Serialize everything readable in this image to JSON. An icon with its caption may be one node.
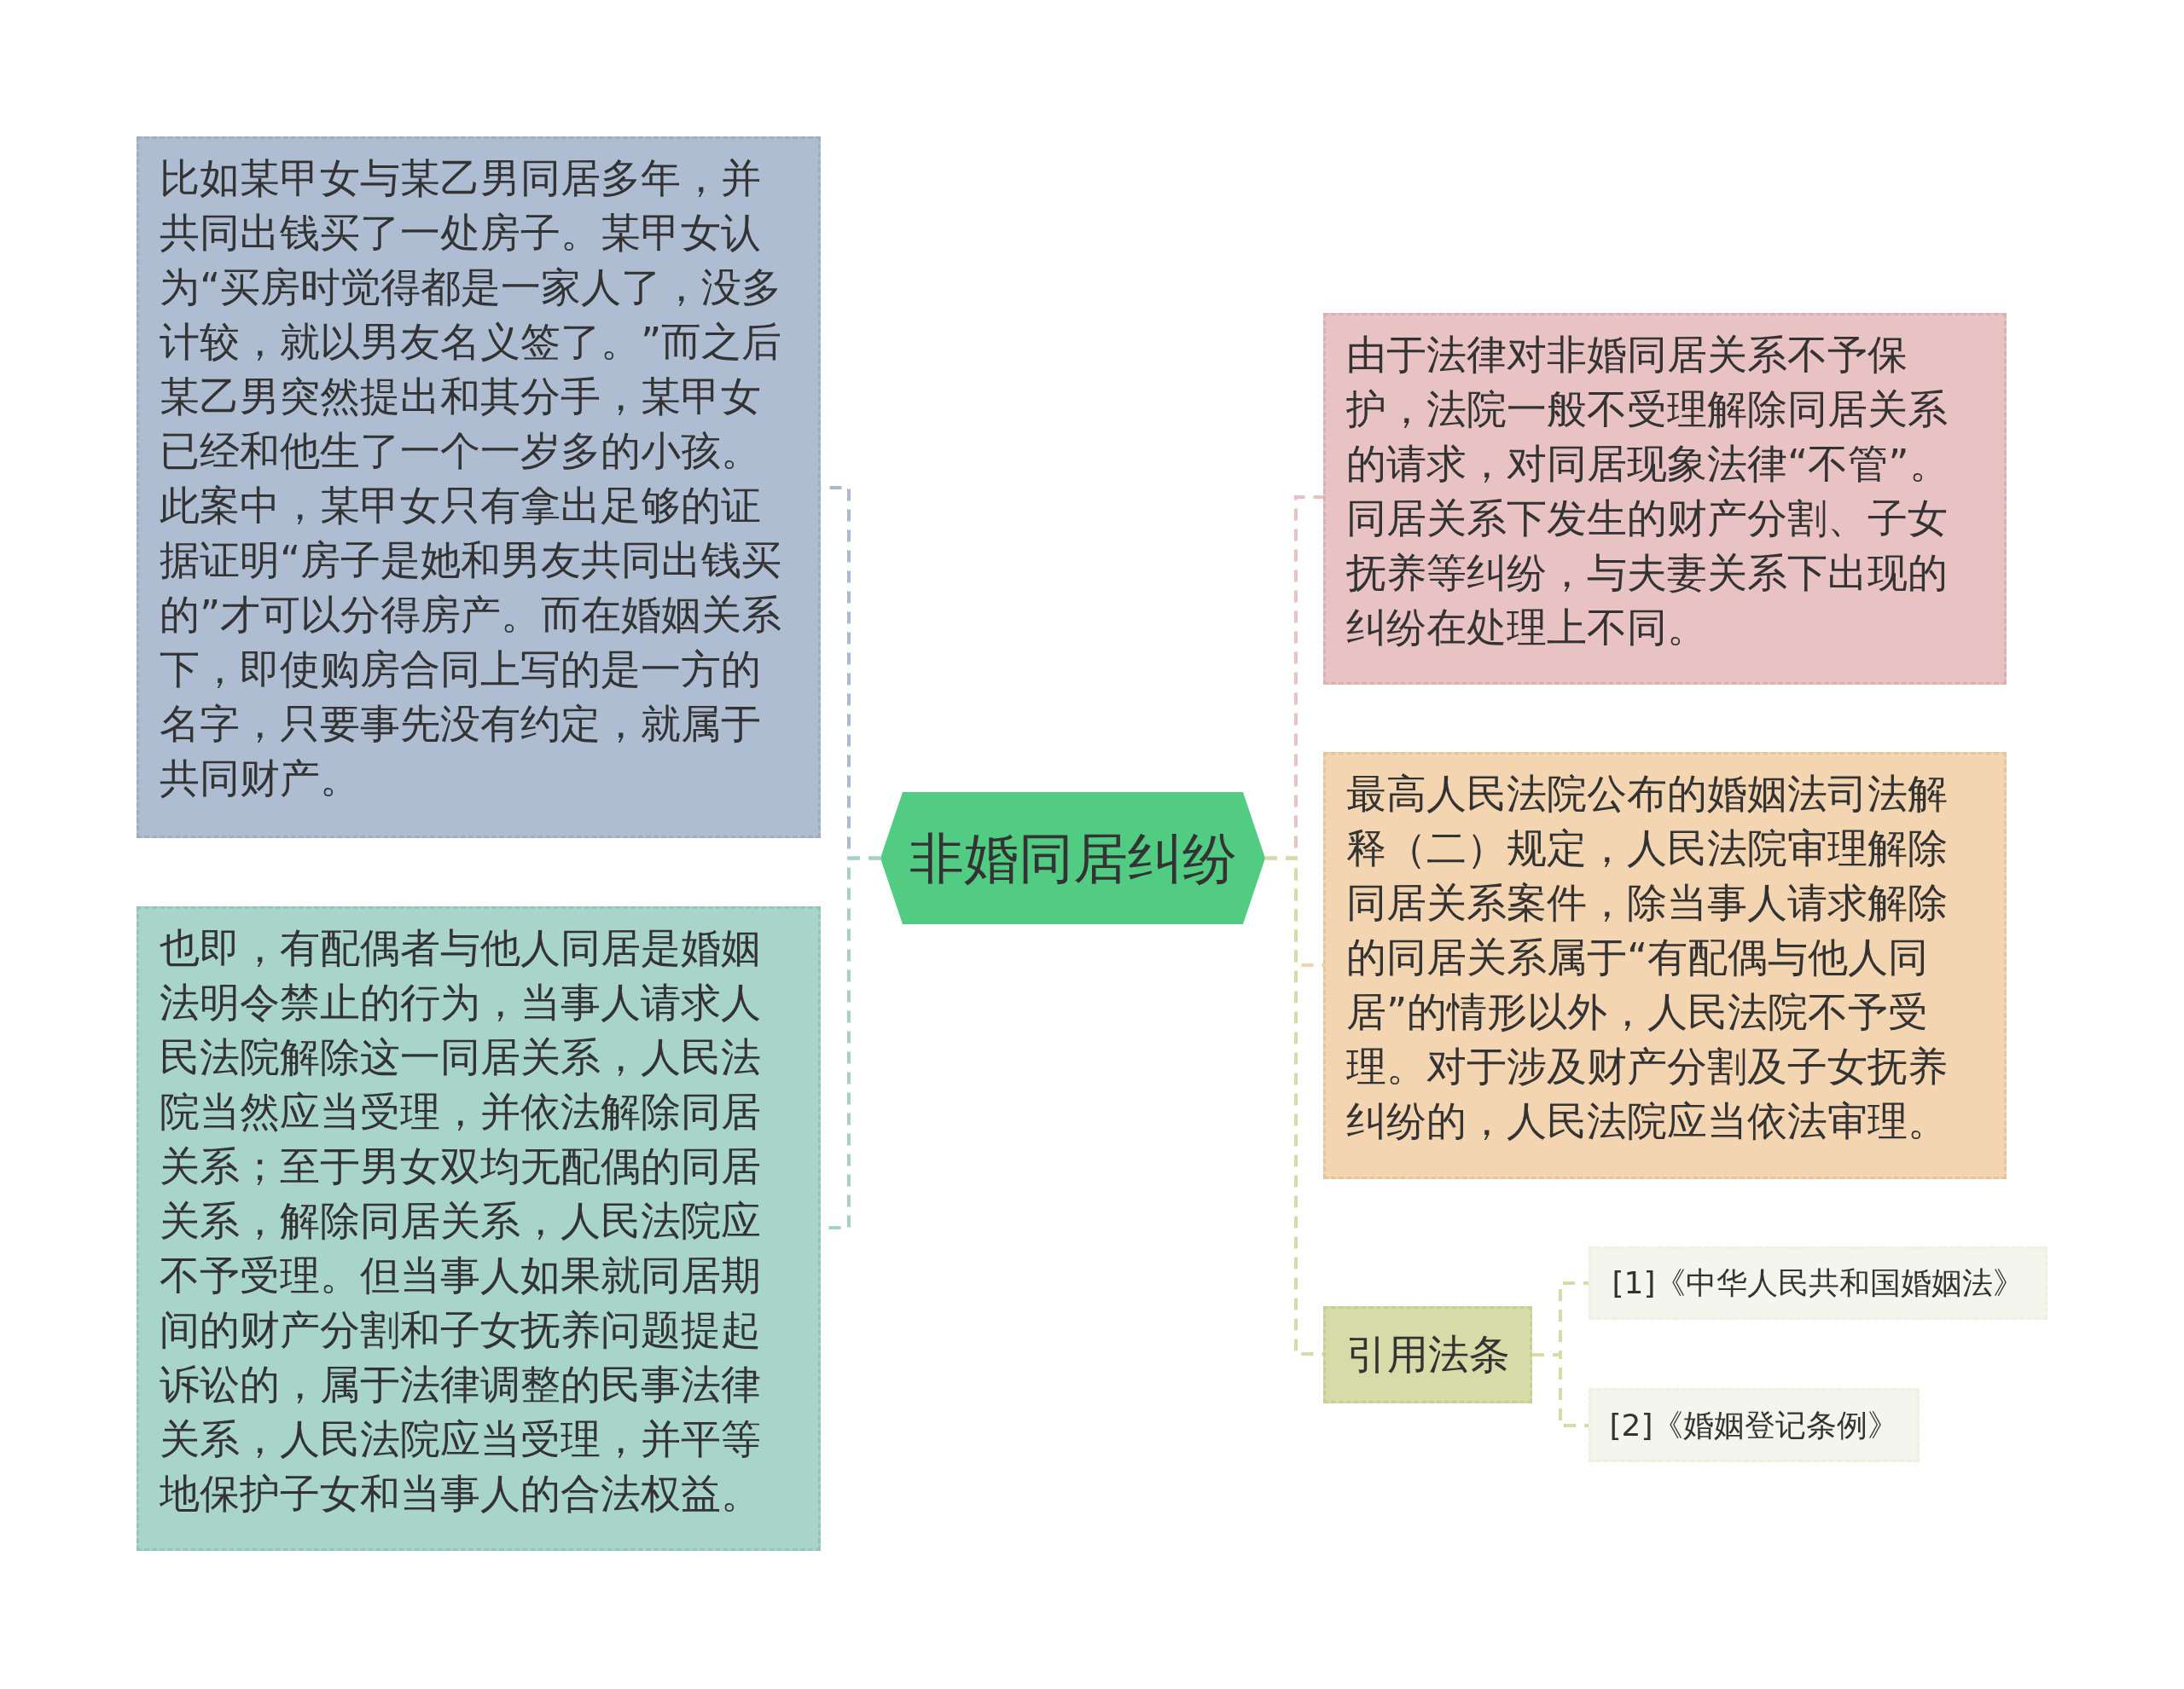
{
  "diagram": {
    "nodes": [
      {
        "text": [
          "非婚同居纠纷"
        ]
      },
      {
        "text": [
          "比如某甲女与某乙男同居多年，并共同出钱买了一处房子。某甲女认为“买房时觉得都是一家人了，没多计较，就以男友名义签了。”而之后某乙男突然提出和其分手，某甲女已经和他生了一个一岁多的小孩。此案中，某甲女只有拿出足够的证据证明“房子是她和男友共同出钱买的”才可以分得房产。而在婚姻关系下，即使购房合同上写的是一方的名字，只要事先没有约定，就属于共同财产。"
        ]
      },
      {
        "text": [
          "也即，有配偶者与他人同居是婚姻法明令禁止的行为，当事人请求人民法院解除这一同居关系，人民法院当然应当受理，并依法解除同居关系；至于男女双均无配偶的同居关系，解除同居关系，人民法院应不予受理。但当事人如果就同居期间的财产分割和子女抚养问题提起诉讼的，属于法律调整的民事法律关系，人民法院应当受理，并平等地保护子女和当事人的合法权益。"
        ]
      },
      {
        "text": [
          "由于法律对非婚同居关系不予保护，法院一般不受理解除同居关系的请求，对同居现象法律“不管”。同居关系下发生的财产分割、子女抚养等纠纷，与夫妻关系下出现的纠纷在处理上不同。"
        ]
      },
      {
        "text": [
          "最高人民法院公布的婚姻法司法解释（二）规定，人民法院审理解除同居关系案件，除当事人请求解除的同居关系属于“有配偶与他人同居”的情形以外，人民法院不予受理。对于涉及财产分割及子女抚养纠纷的，人民法院应当依法审理。"
        ]
      },
      {
        "text": [
          "引用法条"
        ]
      },
      {
        "text": [
          "[1]《中华人民共和国婚姻法》"
        ]
      },
      {
        "text": [
          "[2]《婚姻登记条例》"
        ]
      }
    ],
    "edges": [
      {
        "from": 0,
        "to": 1,
        "arrow": "none",
        "style": "dashed",
        "color": "#a9b9cf"
      },
      {
        "from": 0,
        "to": 2,
        "arrow": "none",
        "style": "dashed",
        "color": "#a6d2c6"
      },
      {
        "from": 0,
        "to": 3,
        "arrow": "none",
        "style": "dashed",
        "color": "#e8c2c2"
      },
      {
        "from": 0,
        "to": 4,
        "arrow": "none",
        "style": "dashed",
        "color": "#f1d2ae"
      },
      {
        "from": 0,
        "to": 5,
        "arrow": "none",
        "style": "dashed",
        "color": "#d6dba8"
      },
      {
        "from": 5,
        "to": 6,
        "arrow": "none",
        "style": "dashed",
        "color": "#d6dba8"
      },
      {
        "from": 5,
        "to": 7,
        "arrow": "none",
        "style": "dashed",
        "color": "#d6dba8"
      }
    ]
  }
}
